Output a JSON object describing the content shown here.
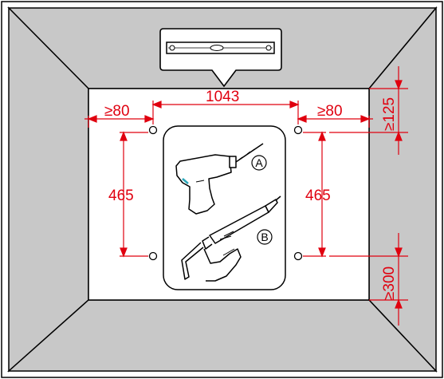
{
  "colors": {
    "dimension": "#e0000f",
    "room_surface": "#c8c8c8",
    "wall": "#ffffff",
    "outline": "#000000"
  },
  "dimensions": {
    "hole_spacing_horizontal": "1043",
    "min_left_clearance": "≥80",
    "min_right_clearance": "≥80",
    "hole_spacing_vertical_left": "465",
    "hole_spacing_vertical_right": "465",
    "min_top_clearance": "≥125",
    "min_bottom_clearance": "≥300"
  },
  "callouts": {
    "drill": "A",
    "sealant_gun": "B"
  },
  "icons": [
    "spirit-level-icon",
    "drill-icon",
    "caulking-gun-icon"
  ]
}
